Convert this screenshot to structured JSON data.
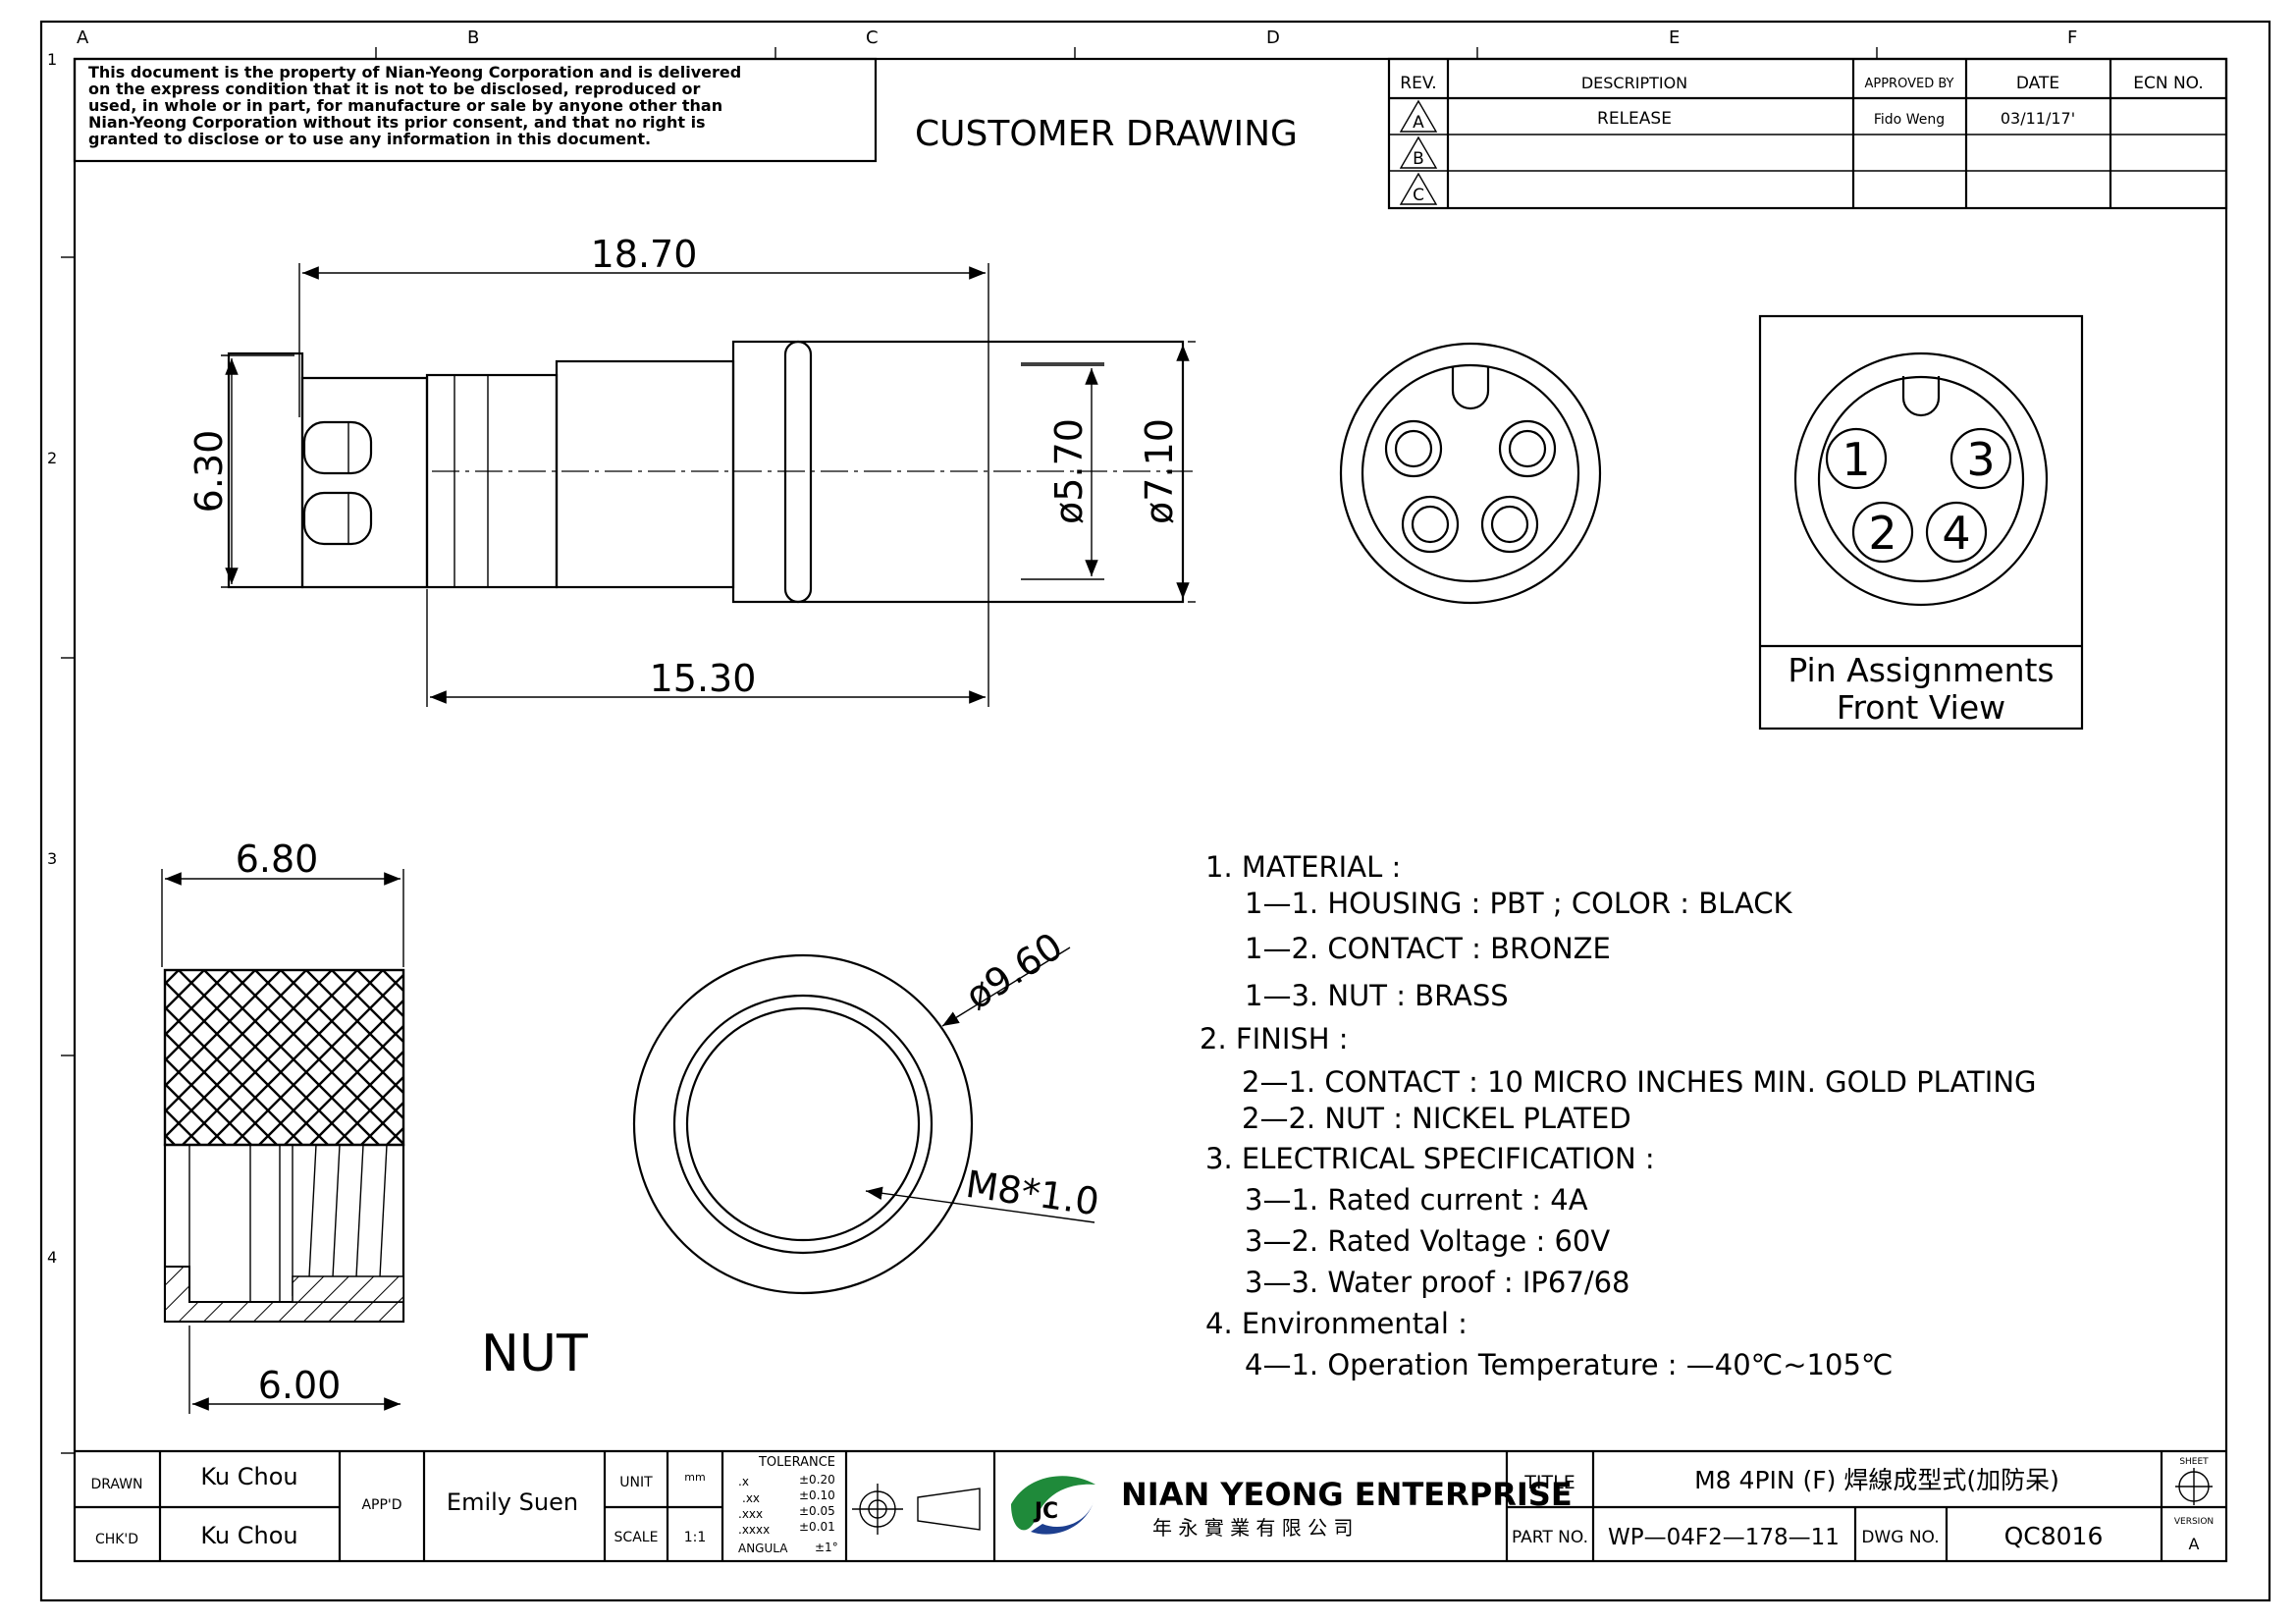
{
  "sheet": {
    "col_markers": [
      "A",
      "B",
      "C",
      "D",
      "E",
      "F"
    ],
    "row_markers": [
      "1",
      "2",
      "3",
      "4"
    ]
  },
  "notice": {
    "lines": [
      "This document is the property of Nian-Yeong Corporation and is delivered",
      "on  the  express condition that it is not to be disclosed, reproduced or",
      "used, in whole or in part, for manufacture or sale by anyone other than",
      "Nian-Yeong Corporation without  its prior consent, and that  no right  is",
      "granted to disclose or to use any information in this  document."
    ]
  },
  "drawing_title": "CUSTOMER  DRAWING",
  "revision_table": {
    "headers": [
      "REV.",
      "DESCRIPTION",
      "APPROVED BY",
      "DATE",
      "ECN NO."
    ],
    "rows": [
      {
        "rev": "A",
        "description": "RELEASE",
        "approved_by": "Fido Weng",
        "date": "03/11/17'",
        "ecn": ""
      },
      {
        "rev": "B",
        "description": "",
        "approved_by": "",
        "date": "",
        "ecn": ""
      },
      {
        "rev": "C",
        "description": "",
        "approved_by": "",
        "date": "",
        "ecn": ""
      }
    ]
  },
  "dimensions": {
    "overall_length": "18.70",
    "height": "6.30",
    "dia_inner": "ø5.70",
    "dia_outer": "ø7.10",
    "body_length": "15.30",
    "nut_length": "6.80",
    "nut_thread_length": "6.00",
    "nut_dia": "ø9.60",
    "nut_thread": "M8*1.0"
  },
  "pin_view": {
    "pins": [
      "1",
      "3",
      "2",
      "4"
    ],
    "caption_line1": "Pin Assignments",
    "caption_line2": "Front View"
  },
  "nut_label": "NUT",
  "specs": [
    "1.  MATERIAL  :",
    "1—1.  HOUSING  :  PBT  ;  COLOR  :  BLACK",
    "1—2.  CONTACT  :  BRONZE",
    "1—3.  NUT  :  BRASS",
    "2.  FINISH  :",
    "2—1.  CONTACT  :  10  MICRO  INCHES  MIN.  GOLD  PLATING",
    "2—2.  NUT  :  NICKEL  PLATED",
    "3.  ELECTRICAL  SPECIFICATION  :",
    "3—1.  Rated  current  :  4A",
    "3—2.  Rated  Voltage  :  60V",
    "3—3.  Water  proof  :  IP67/68",
    "4.  Environmental  :",
    "4—1.  Operation  Temperature  :  —40℃~105℃"
  ],
  "title_block": {
    "drawn_label": "DRAWN",
    "drawn_value": "Ku Chou",
    "checked_label": "CHK'D",
    "checked_value": "Ku Chou",
    "approved_label": "APP'D",
    "approved_value": "Emily Suen",
    "unit_label": "UNIT",
    "unit_value": "mm",
    "scale_label": "SCALE",
    "scale_value": "1:1",
    "tolerance_title": "TOLERANCE",
    "tolerances": [
      {
        "k": ".x",
        "v": "±0.20"
      },
      {
        "k": ".xx",
        "v": "±0.10"
      },
      {
        "k": ".xxx",
        "v": "±0.05"
      },
      {
        "k": ".xxxx",
        "v": "±0.01"
      },
      {
        "k": "ANGULA",
        "v": "±1°"
      }
    ],
    "company_en": "NIAN YEONG ENTERPRISE",
    "company_zh": "年 永 實 業 有 限 公 司",
    "title_label": "TITLE",
    "title_value": "M8  4PIN  (F)  焊線成型式(加防呆)",
    "part_label": "PART NO.",
    "part_value": "WP—04F2—178—11",
    "dwg_label": "DWG NO.",
    "dwg_value": "QC8016",
    "sheet_label": "SHEET",
    "version_label": "VERSION",
    "version_value": "A"
  },
  "colors": {
    "line": "#000000",
    "paper": "#ffffff",
    "logo_green": "#1f8a3a",
    "logo_blue": "#1d3f8f"
  }
}
